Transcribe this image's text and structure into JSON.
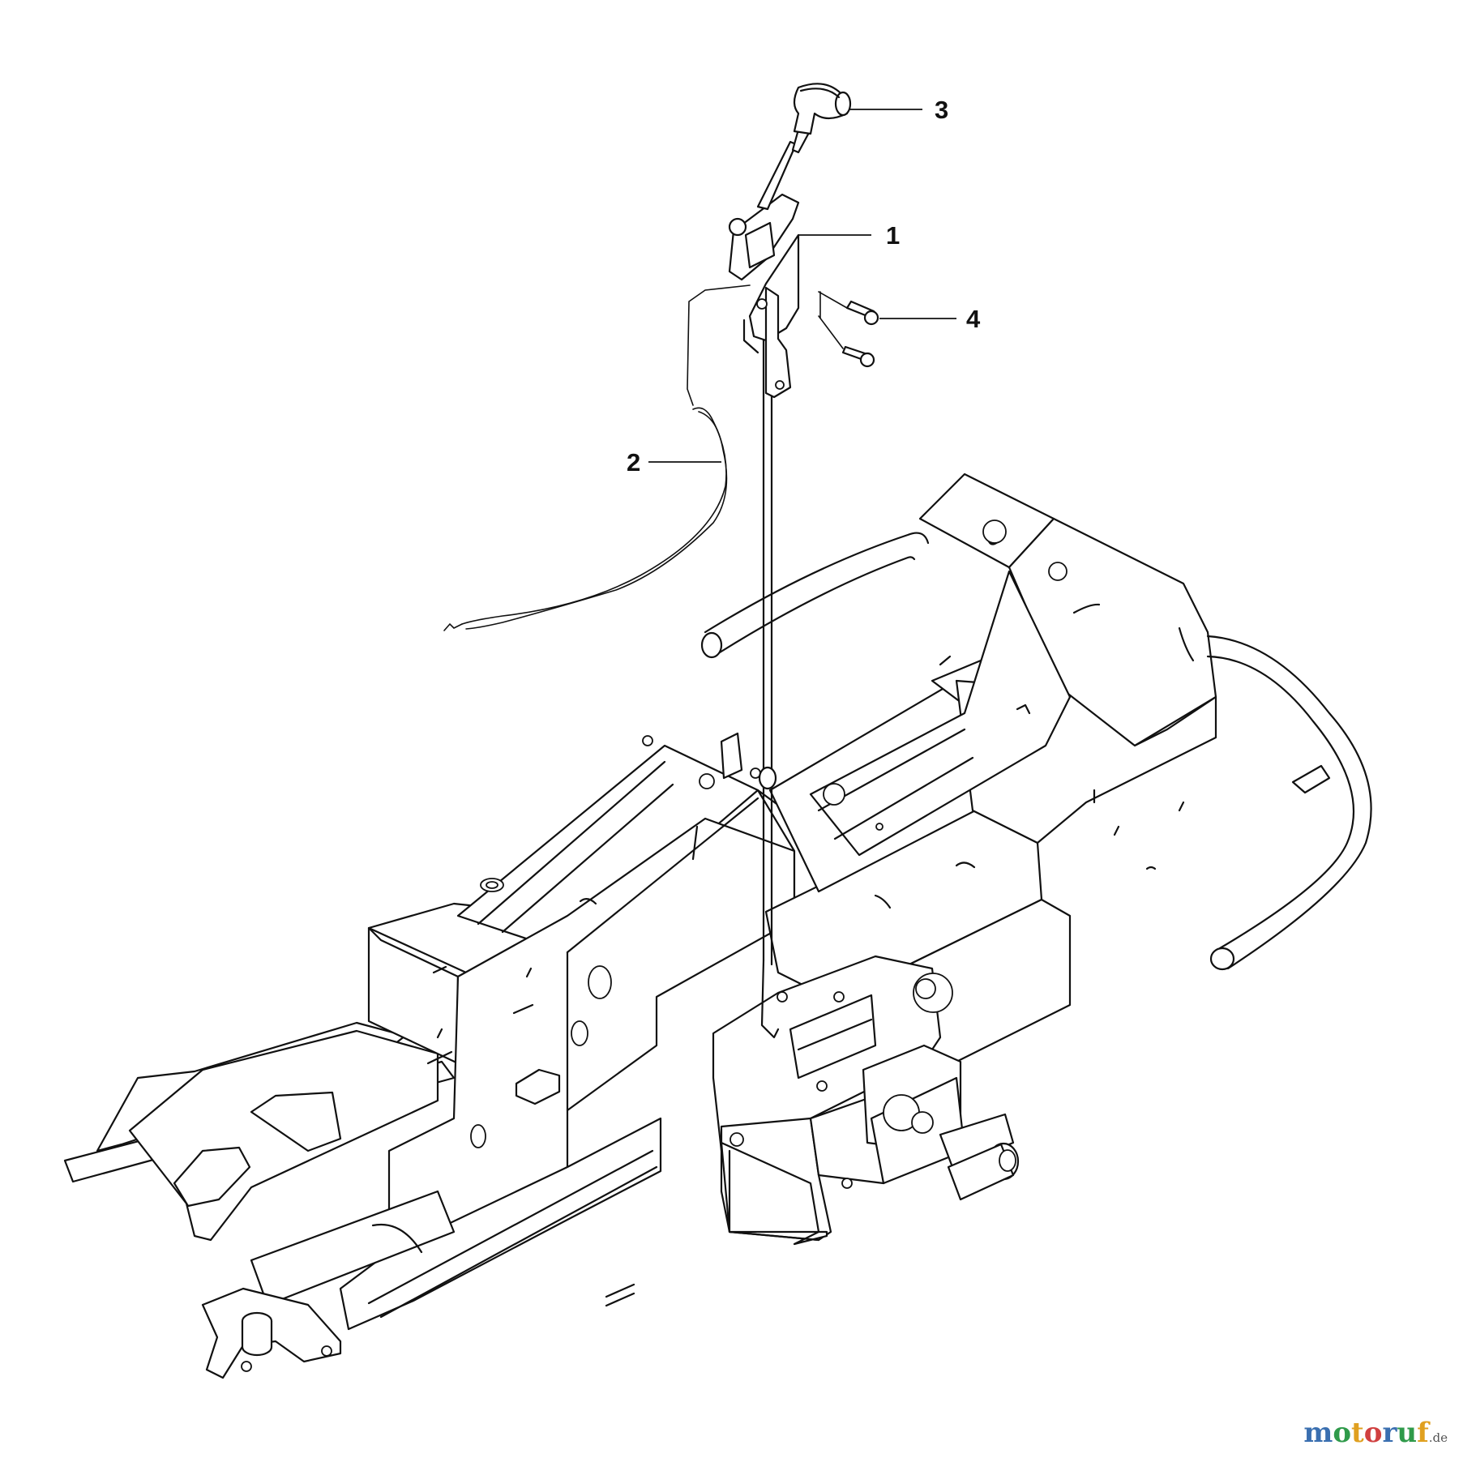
{
  "diagram": {
    "callouts": [
      {
        "id": "1",
        "label": "1"
      },
      {
        "id": "2",
        "label": "2"
      },
      {
        "id": "3",
        "label": "3"
      },
      {
        "id": "4",
        "label": "4"
      }
    ]
  },
  "watermark": {
    "brand": "motoruf",
    "suffix": ".de",
    "letter_colors": [
      "#3a6fb0",
      "#2f9a4a",
      "#e0a020",
      "#d04040",
      "#3a6fb0",
      "#2f9a4a",
      "#e0a020"
    ]
  }
}
